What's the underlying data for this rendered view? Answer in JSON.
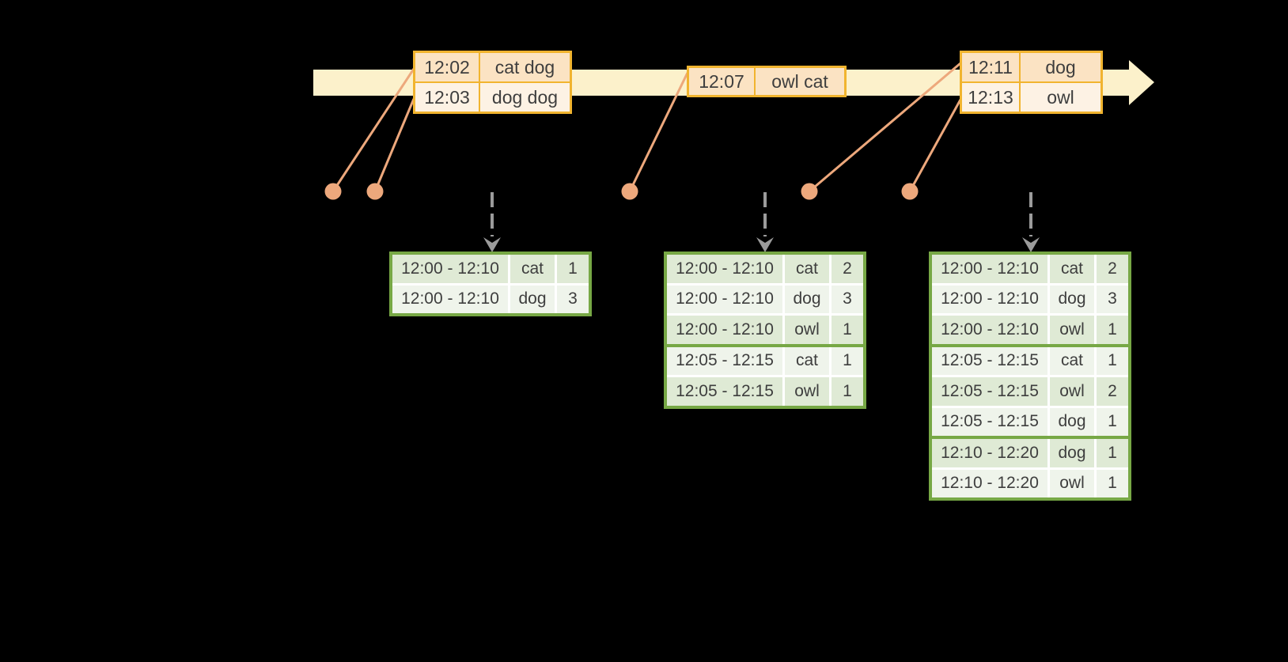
{
  "colors": {
    "background": "#000000",
    "timeline_yellow": "#FCF1CB",
    "event_table_border": "#F1B42F",
    "event_row_dark": "#FBE3C3",
    "event_row_light": "#FDF2E4",
    "result_table_border": "#77A845",
    "result_row_dark": "#DFEAD5",
    "result_row_light": "#EFF4EB",
    "connector_salmon": "#EDA87C",
    "trigger_arrow_grey": "#9B9B9B",
    "text": "#3E3E3E"
  },
  "event_tables": [
    {
      "rows": [
        {
          "time": "12:02",
          "words": "cat dog"
        },
        {
          "time": "12:03",
          "words": "dog dog"
        }
      ]
    },
    {
      "rows": [
        {
          "time": "12:07",
          "words": "owl cat"
        }
      ]
    },
    {
      "rows": [
        {
          "time": "12:11",
          "words": "dog"
        },
        {
          "time": "12:13",
          "words": "owl"
        }
      ]
    }
  ],
  "result_tables": [
    {
      "groups": [
        {
          "rows": [
            {
              "window": "12:00 - 12:10",
              "word": "cat",
              "count": "1"
            },
            {
              "window": "12:00 - 12:10",
              "word": "dog",
              "count": "3"
            }
          ]
        }
      ]
    },
    {
      "groups": [
        {
          "rows": [
            {
              "window": "12:00 - 12:10",
              "word": "cat",
              "count": "2"
            },
            {
              "window": "12:00 - 12:10",
              "word": "dog",
              "count": "3"
            },
            {
              "window": "12:00 - 12:10",
              "word": "owl",
              "count": "1"
            }
          ]
        },
        {
          "rows": [
            {
              "window": "12:05 - 12:15",
              "word": "cat",
              "count": "1"
            },
            {
              "window": "12:05 - 12:15",
              "word": "owl",
              "count": "1"
            }
          ]
        }
      ]
    },
    {
      "groups": [
        {
          "rows": [
            {
              "window": "12:00 - 12:10",
              "word": "cat",
              "count": "2"
            },
            {
              "window": "12:00 - 12:10",
              "word": "dog",
              "count": "3"
            },
            {
              "window": "12:00 - 12:10",
              "word": "owl",
              "count": "1"
            }
          ]
        },
        {
          "rows": [
            {
              "window": "12:05 - 12:15",
              "word": "cat",
              "count": "1"
            },
            {
              "window": "12:05 - 12:15",
              "word": "owl",
              "count": "2"
            },
            {
              "window": "12:05 - 12:15",
              "word": "dog",
              "count": "1"
            }
          ]
        },
        {
          "rows": [
            {
              "window": "12:10 - 12:20",
              "word": "dog",
              "count": "1"
            },
            {
              "window": "12:10 - 12:20",
              "word": "owl",
              "count": "1"
            }
          ]
        }
      ]
    }
  ]
}
